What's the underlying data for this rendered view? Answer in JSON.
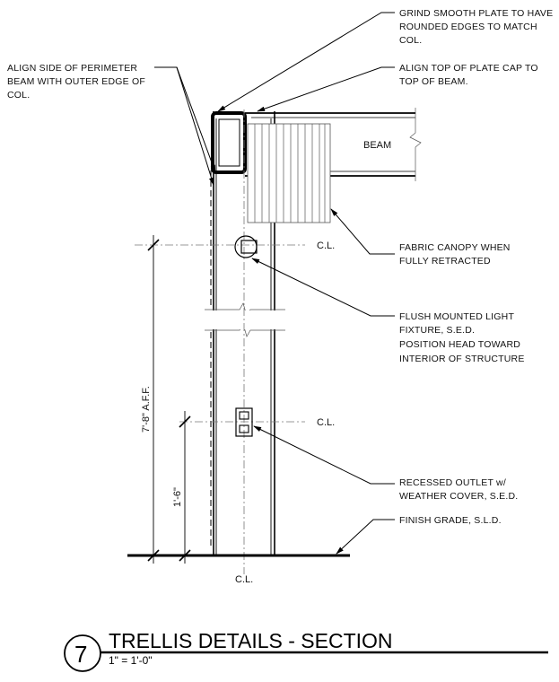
{
  "notes": {
    "grind_plate": [
      "GRIND SMOOTH PLATE TO HAVE",
      "ROUNDED EDGES TO MATCH",
      "COL."
    ],
    "align_side": [
      "ALIGN SIDE OF PERIMETER",
      "BEAM WITH OUTER EDGE OF",
      "COL."
    ],
    "align_top": [
      "ALIGN TOP OF PLATE CAP TO",
      "TOP OF BEAM."
    ],
    "beam": "BEAM",
    "fabric_canopy": [
      "FABRIC CANOPY WHEN",
      "FULLY RETRACTED"
    ],
    "light_fixture": [
      "FLUSH MOUNTED LIGHT",
      "FIXTURE, S.E.D.",
      "POSITION HEAD TOWARD",
      "INTERIOR OF STRUCTURE"
    ],
    "outlet": [
      "RECESSED OUTLET w/",
      "WEATHER COVER, S.E.D."
    ],
    "finish_grade": "FINISH GRADE, S.L.D."
  },
  "centerlines": {
    "light": "C.L.",
    "outlet": "C.L.",
    "column": "C.L."
  },
  "dimensions": {
    "light_height": "7'-8\" A.F.F.",
    "outlet_height": "1'-6\""
  },
  "title_block": {
    "number": "7",
    "title": "TRELLIS DETAILS - SECTION",
    "scale": "1\" = 1'-0\""
  }
}
